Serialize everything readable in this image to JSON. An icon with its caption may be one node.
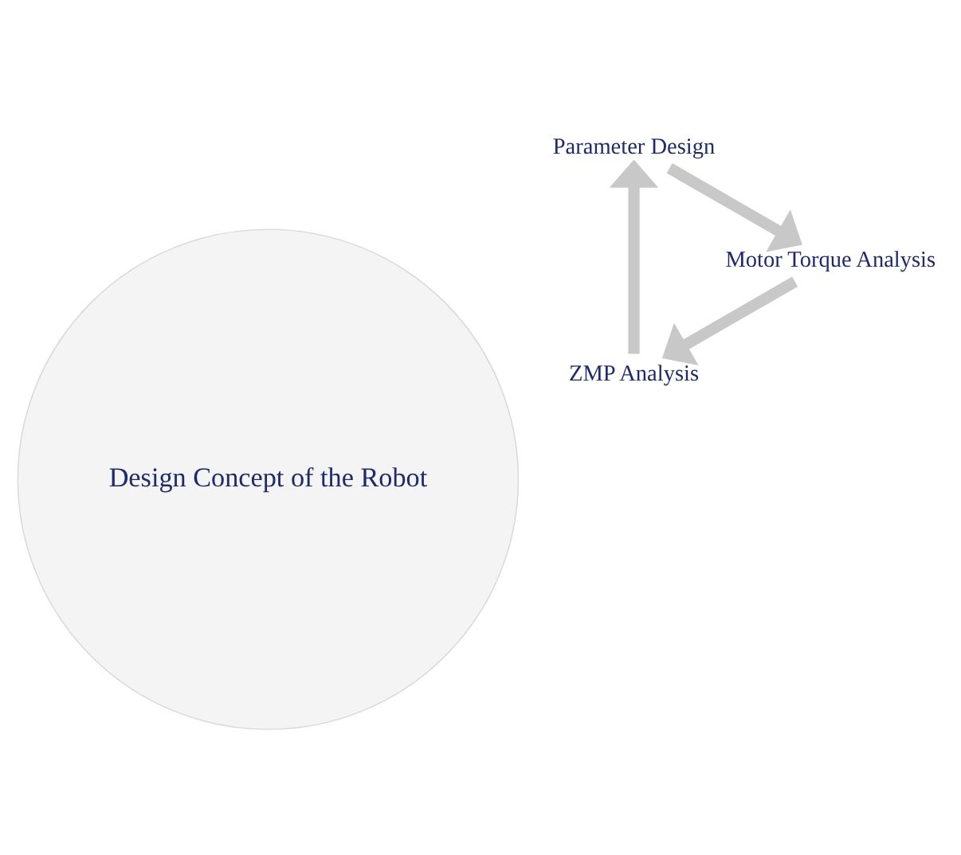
{
  "diagram": {
    "nodes": [
      {
        "text": [
          "ZMP Analysis"
        ]
      },
      {
        "text": [
          "Parameter Design"
        ]
      },
      {
        "text": [
          "Motor Torque Analysis"
        ]
      },
      {
        "text": [
          "Design Concept of the Robot"
        ]
      }
    ],
    "edges": [
      {
        "from": 0,
        "to": 1,
        "arrow": "to"
      },
      {
        "from": 1,
        "to": 2,
        "arrow": "to"
      },
      {
        "from": 2,
        "to": 0,
        "arrow": "to"
      }
    ]
  }
}
